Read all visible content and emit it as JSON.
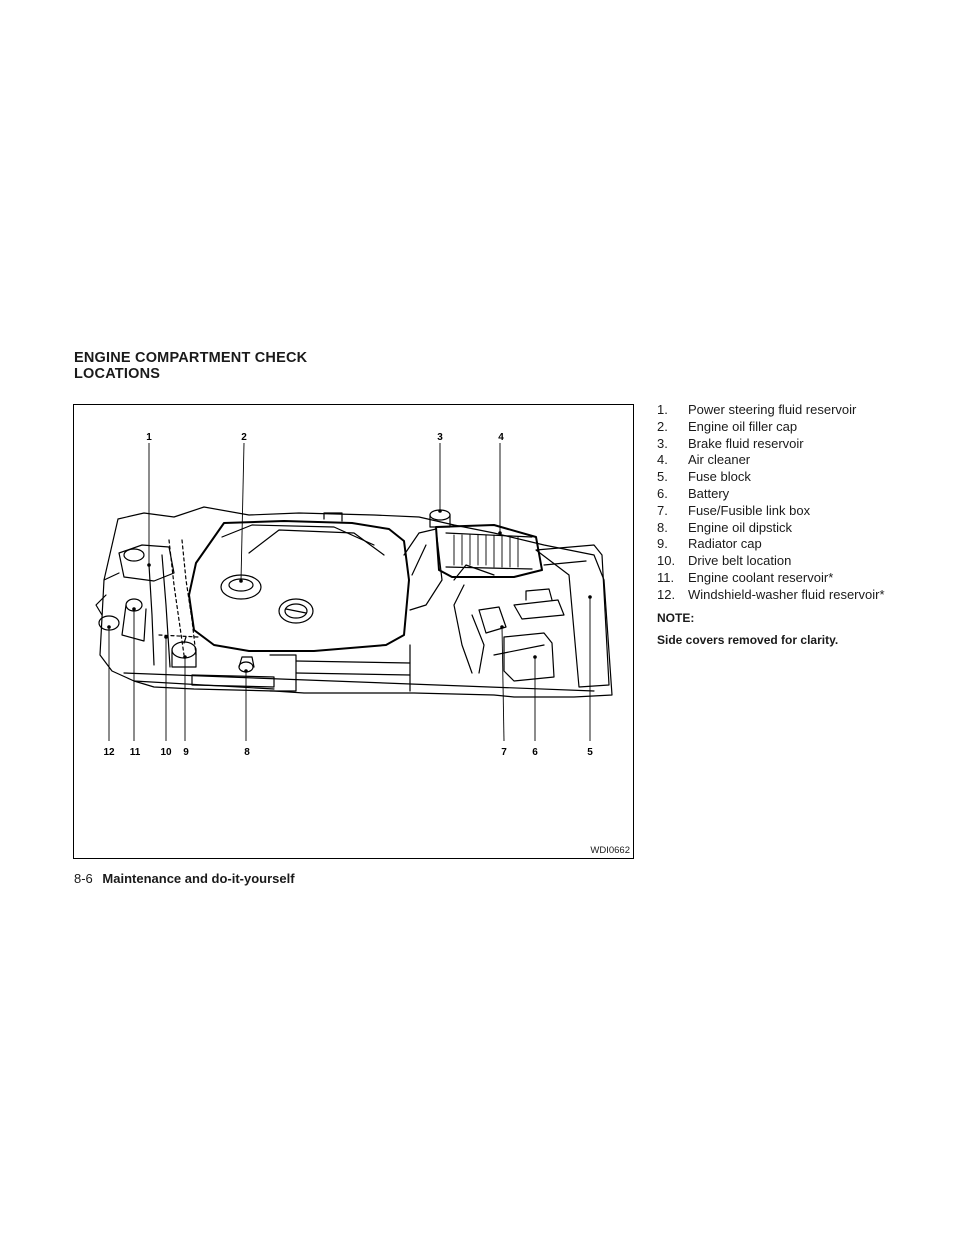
{
  "heading": {
    "line1": "ENGINE COMPARTMENT CHECK",
    "line2": "LOCATIONS"
  },
  "figure": {
    "code": "WDI0662",
    "callouts": [
      "1",
      "2",
      "3",
      "4",
      "12",
      "11",
      "10",
      "9",
      "8",
      "7",
      "6",
      "5"
    ]
  },
  "legend": {
    "items": [
      {
        "num": "1.",
        "label": "Power steering fluid reservoir"
      },
      {
        "num": "2.",
        "label": "Engine oil filler cap"
      },
      {
        "num": "3.",
        "label": "Brake fluid reservoir"
      },
      {
        "num": "4.",
        "label": "Air cleaner"
      },
      {
        "num": "5.",
        "label": "Fuse block"
      },
      {
        "num": "6.",
        "label": "Battery"
      },
      {
        "num": "7.",
        "label": "Fuse/Fusible link box"
      },
      {
        "num": "8.",
        "label": "Engine oil dipstick"
      },
      {
        "num": "9.",
        "label": "Radiator cap"
      },
      {
        "num": "10.",
        "label": "Drive belt location"
      },
      {
        "num": "11.",
        "label": "Engine coolant reservoir*"
      },
      {
        "num": "12.",
        "label": "Windshield-washer fluid reservoir*"
      }
    ]
  },
  "note": {
    "label": "NOTE:",
    "text": "Side covers removed for clarity."
  },
  "footer": {
    "page": "8-6",
    "section": "Maintenance and do-it-yourself"
  }
}
